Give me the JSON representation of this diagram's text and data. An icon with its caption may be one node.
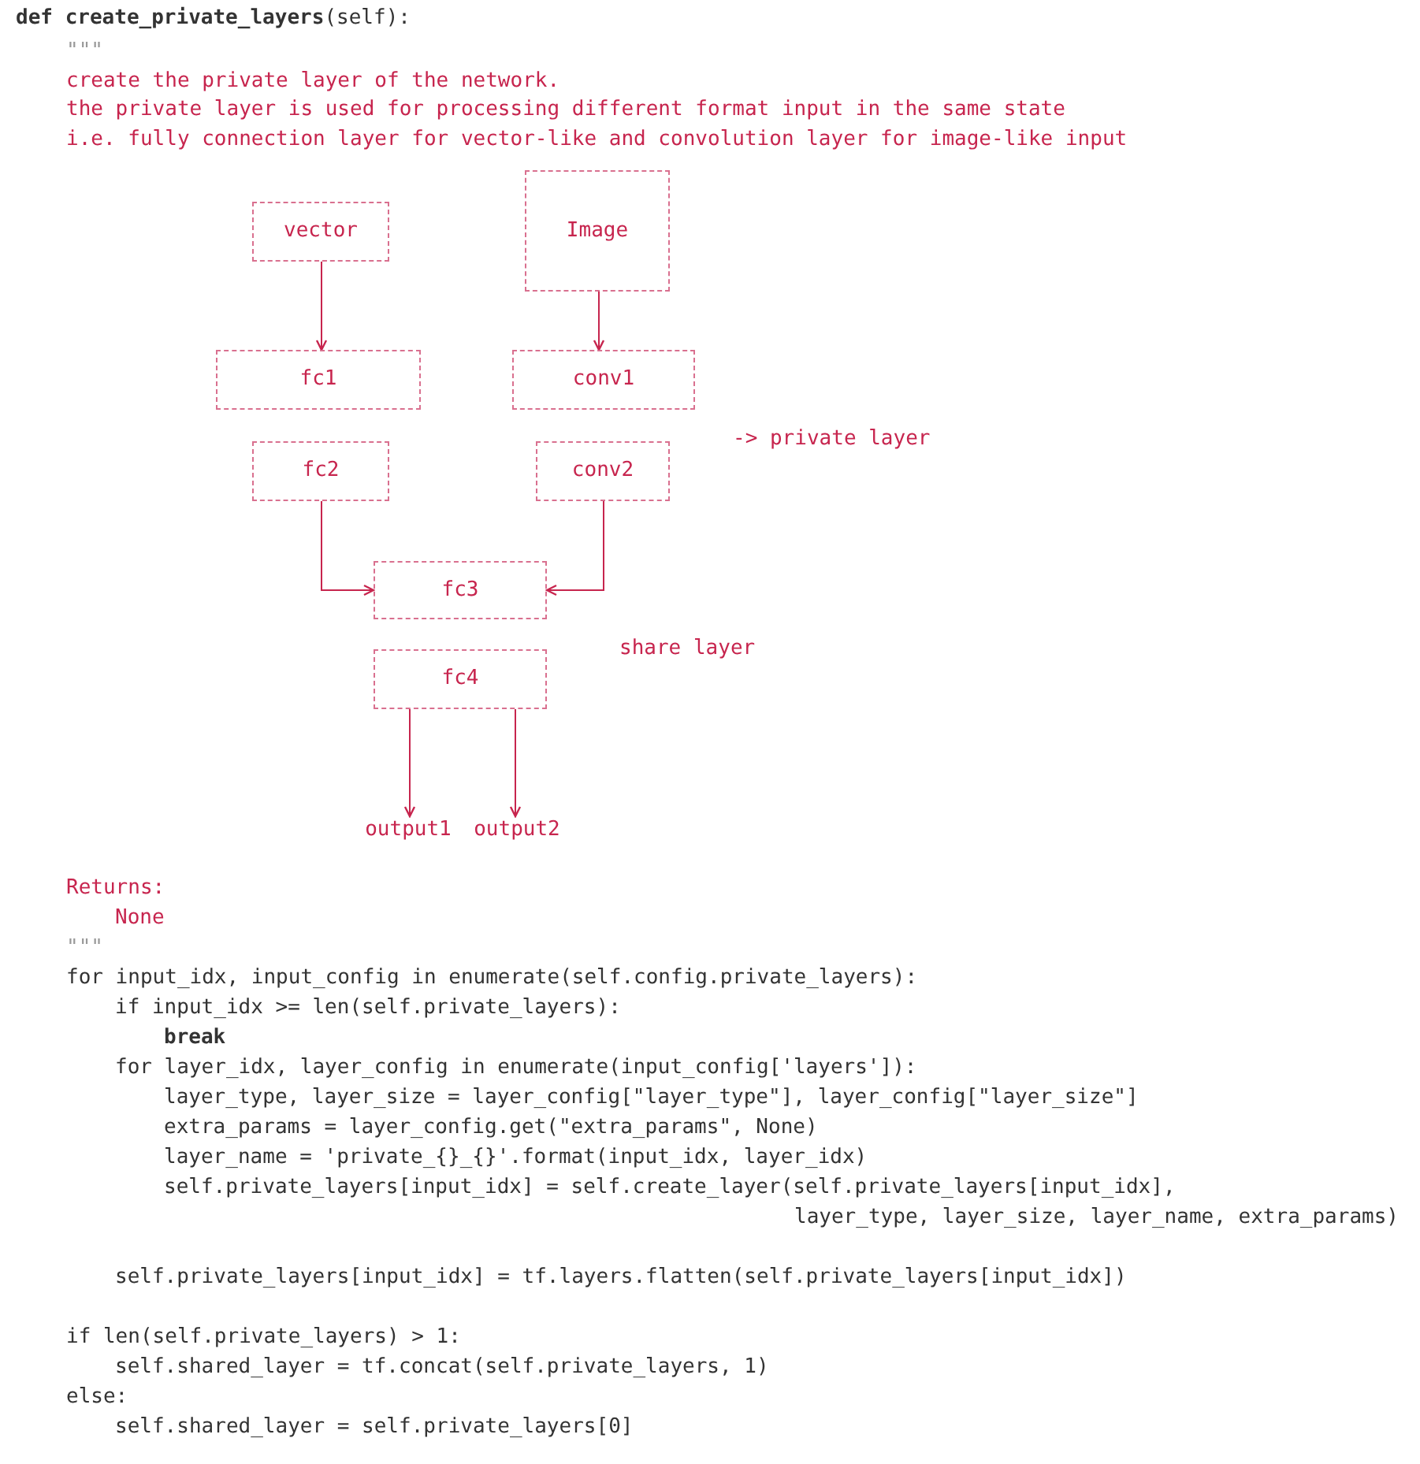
{
  "diagram": {
    "nodes": [
      {
        "text": [
          "vector"
        ]
      },
      {
        "text": [
          "Image"
        ]
      },
      {
        "text": [
          "fc1"
        ]
      },
      {
        "text": [
          "conv1"
        ]
      },
      {
        "text": [
          "fc2"
        ]
      },
      {
        "text": [
          "conv2"
        ]
      },
      {
        "text": [
          "fc3"
        ]
      },
      {
        "text": [
          "fc4"
        ]
      },
      {
        "text": [
          "output1"
        ]
      },
      {
        "text": [
          "output2"
        ]
      }
    ],
    "edges": [
      {
        "from": 0,
        "to": 2,
        "arrow": "to"
      },
      {
        "from": 1,
        "to": 3,
        "arrow": "to"
      },
      {
        "from": 4,
        "to": 6,
        "arrow": "to"
      },
      {
        "from": 5,
        "to": 6,
        "arrow": "to"
      },
      {
        "from": 7,
        "to": 8,
        "arrow": "to"
      },
      {
        "from": 7,
        "to": 9,
        "arrow": "to"
      }
    ],
    "labels": [
      "**def** **create_private_layers**(self):",
      "\"\"\"",
      "create the private layer of the network.",
      "the private layer is used for processing different format input in the same state",
      "i.e. fully connection layer for vector-like and convolution layer for image-like input",
      "-> private layer",
      "share layer",
      "Returns:",
      "None",
      "\"\"\"",
      "for input_idx, input_config in enumerate(self.config.private_layers):",
      "if input_idx >= len(self.private_layers):",
      "break",
      "for layer_idx, layer_config in enumerate(input_config['layers']):",
      "layer_type, layer_size = layer_config[\"layer_type\"], layer_config[\"layer_size\"]",
      "extra_params = layer_config.get(\"extra_params\", None)",
      "layer_name = 'private_{}_{}'.format(input_idx, layer_idx)",
      "self.private_layers[input_idx] = self.create_layer(self.private_layers[input_idx],",
      "layer_type, layer_size, layer_name, extra_params)",
      "self.private_layers[input_idx] = tf.layers.flatten(self.private_layers[input_idx])",
      "if len(self.private_layers) > 1:",
      "self.shared_layer = tf.concat(self.private_layers, 1)",
      "else:",
      "self.shared_layer = self.private_layers[0]"
    ]
  }
}
